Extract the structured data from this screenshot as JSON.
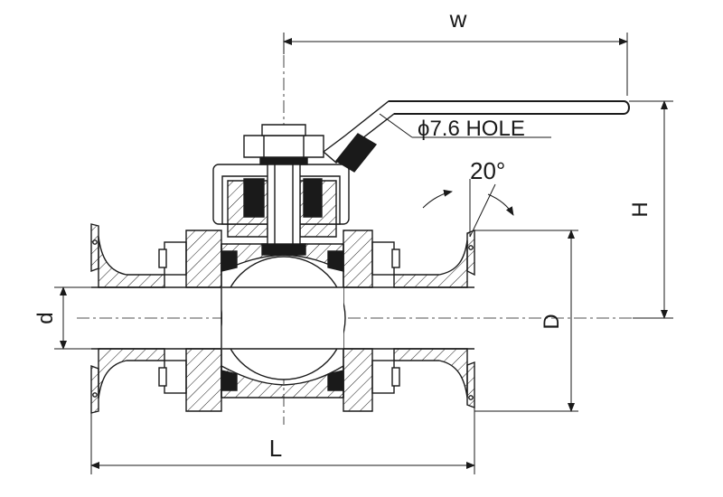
{
  "dimensions": {
    "w": "w",
    "h": "H",
    "d_inner": "d",
    "d_outer": "D",
    "l": "L"
  },
  "annotations": {
    "hole": "ϕ7.6 HOLE",
    "angle": "20°"
  },
  "colors": {
    "line": "#1a1a1a",
    "fill_dark": "#1a1a1a",
    "hatch": "#1a1a1a",
    "paper": "#ffffff"
  }
}
